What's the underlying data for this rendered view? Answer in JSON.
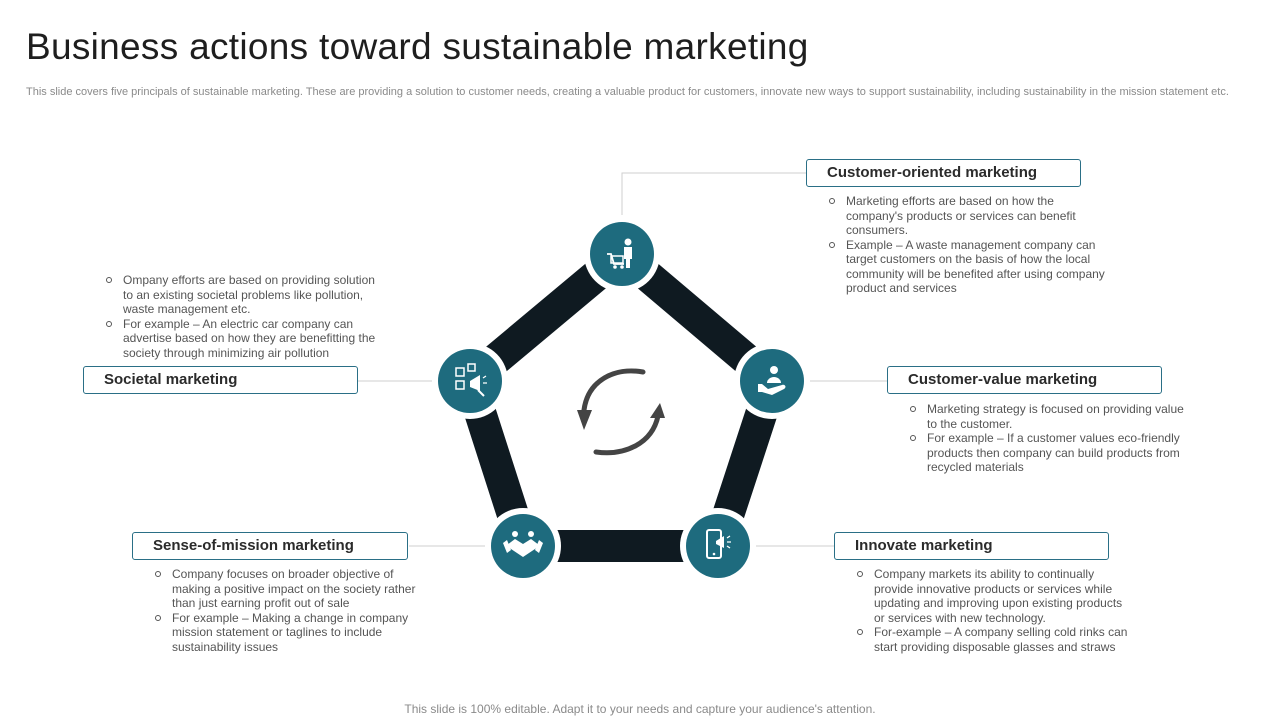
{
  "page": {
    "title": "Business actions toward sustainable marketing",
    "subtitle": "This slide covers five principals of sustainable marketing. These are providing a solution to customer needs, creating a valuable product for customers, innovate new ways to support sustainability, including sustainability in the mission statement etc.",
    "footer": "This slide is 100% editable. Adapt it to your needs and capture your audience's attention."
  },
  "colors": {
    "teal": "#1e6b7e",
    "dark": "#0f1a21",
    "border": "#2a6f86",
    "connector": "#cfcfcf"
  },
  "center": {
    "icon": "refresh-cycle-icon"
  },
  "items": [
    {
      "title": "Customer-oriented marketing",
      "icon": "shopping-cart-person-icon",
      "points": [
        "Marketing efforts are based on how the company's products or services can benefit consumers.",
        "Example – A waste management company can target customers on the basis of how the local community will be benefited after using company product and services"
      ]
    },
    {
      "title": "Customer-value marketing",
      "icon": "hand-holding-person-icon",
      "points": [
        "Marketing strategy is focused on providing value to the customer.",
        "For example – If a customer values eco-friendly products then company can build products from recycled materials"
      ]
    },
    {
      "title": "Innovate marketing",
      "icon": "mobile-megaphone-icon",
      "points": [
        "Company markets its ability to continually provide innovative products or services while updating and improving upon existing products or services with new technology.",
        "For-example – A company selling cold rinks can start providing disposable glasses and straws"
      ]
    },
    {
      "title": "Sense-of-mission marketing",
      "icon": "handshake-icon",
      "points": [
        "Company focuses on broader objective of making a positive impact on the society rather than just earning profit out of sale",
        "For example – Making a change in company mission statement or taglines to include sustainability issues"
      ]
    },
    {
      "title": "Societal marketing",
      "icon": "social-media-megaphone-icon",
      "points": [
        "Ompany efforts are based on providing solution to an existing  societal problems like pollution, waste management etc.",
        "For example – An electric car company can advertise based on how they  are benefitting the society through minimizing air pollution"
      ]
    }
  ]
}
